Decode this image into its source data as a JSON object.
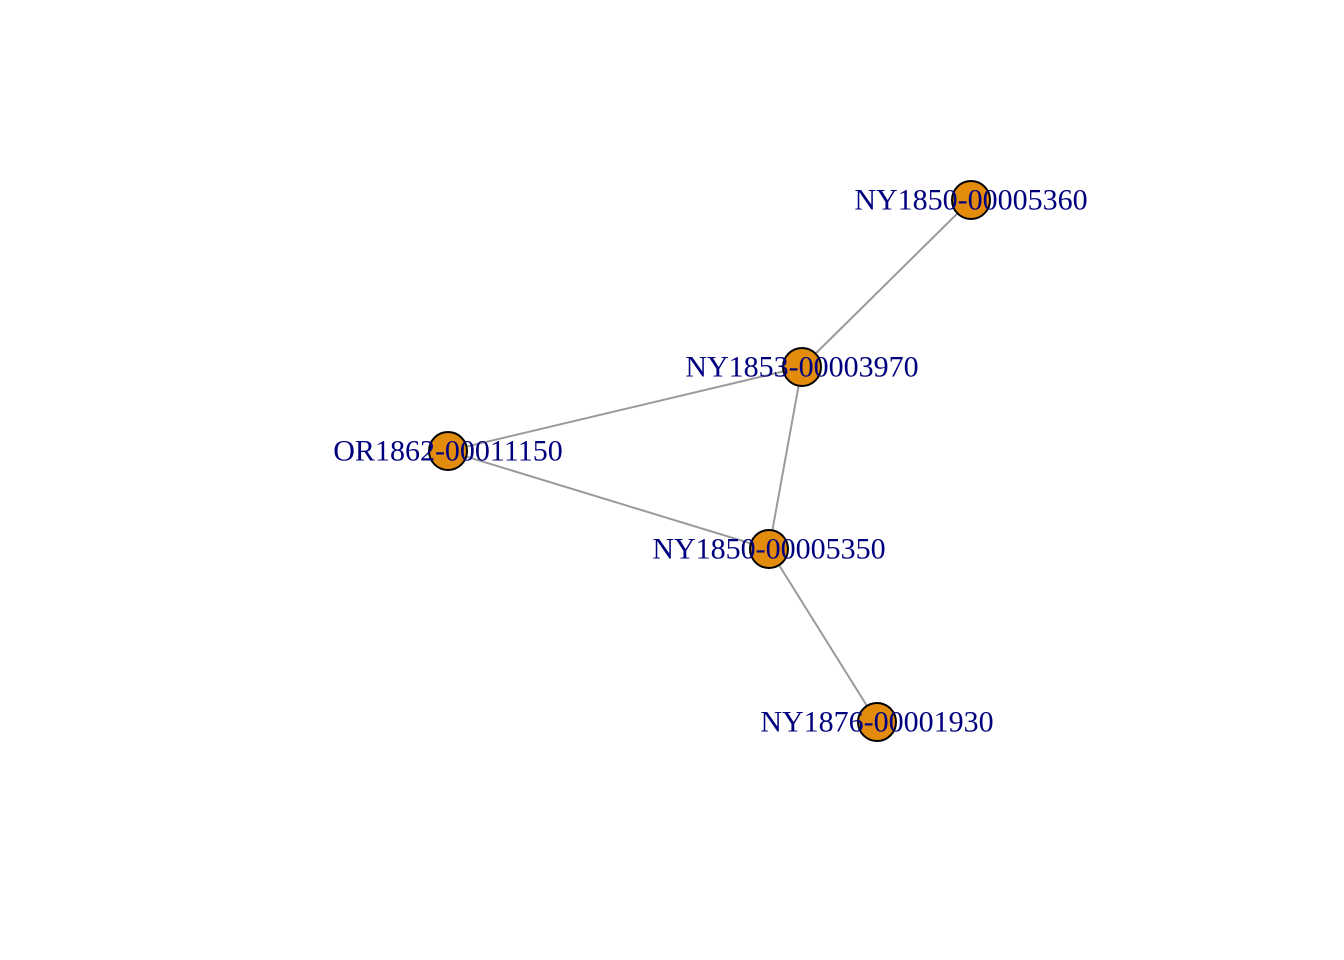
{
  "graph": {
    "node_color": "#e38c0c",
    "label_color": "#00007f",
    "edge_color": "#9a9a9a",
    "nodes": [
      {
        "id": "n1",
        "label": "NY1850-00005360"
      },
      {
        "id": "n2",
        "label": "NY1853-00003970"
      },
      {
        "id": "n3",
        "label": "OR1862-00011150"
      },
      {
        "id": "n4",
        "label": "NY1850-00005350"
      },
      {
        "id": "n5",
        "label": "NY1876-00001930"
      }
    ],
    "edges": [
      {
        "source": "n1",
        "target": "n2"
      },
      {
        "source": "n2",
        "target": "n3"
      },
      {
        "source": "n2",
        "target": "n4"
      },
      {
        "source": "n3",
        "target": "n4"
      },
      {
        "source": "n4",
        "target": "n5"
      }
    ]
  }
}
